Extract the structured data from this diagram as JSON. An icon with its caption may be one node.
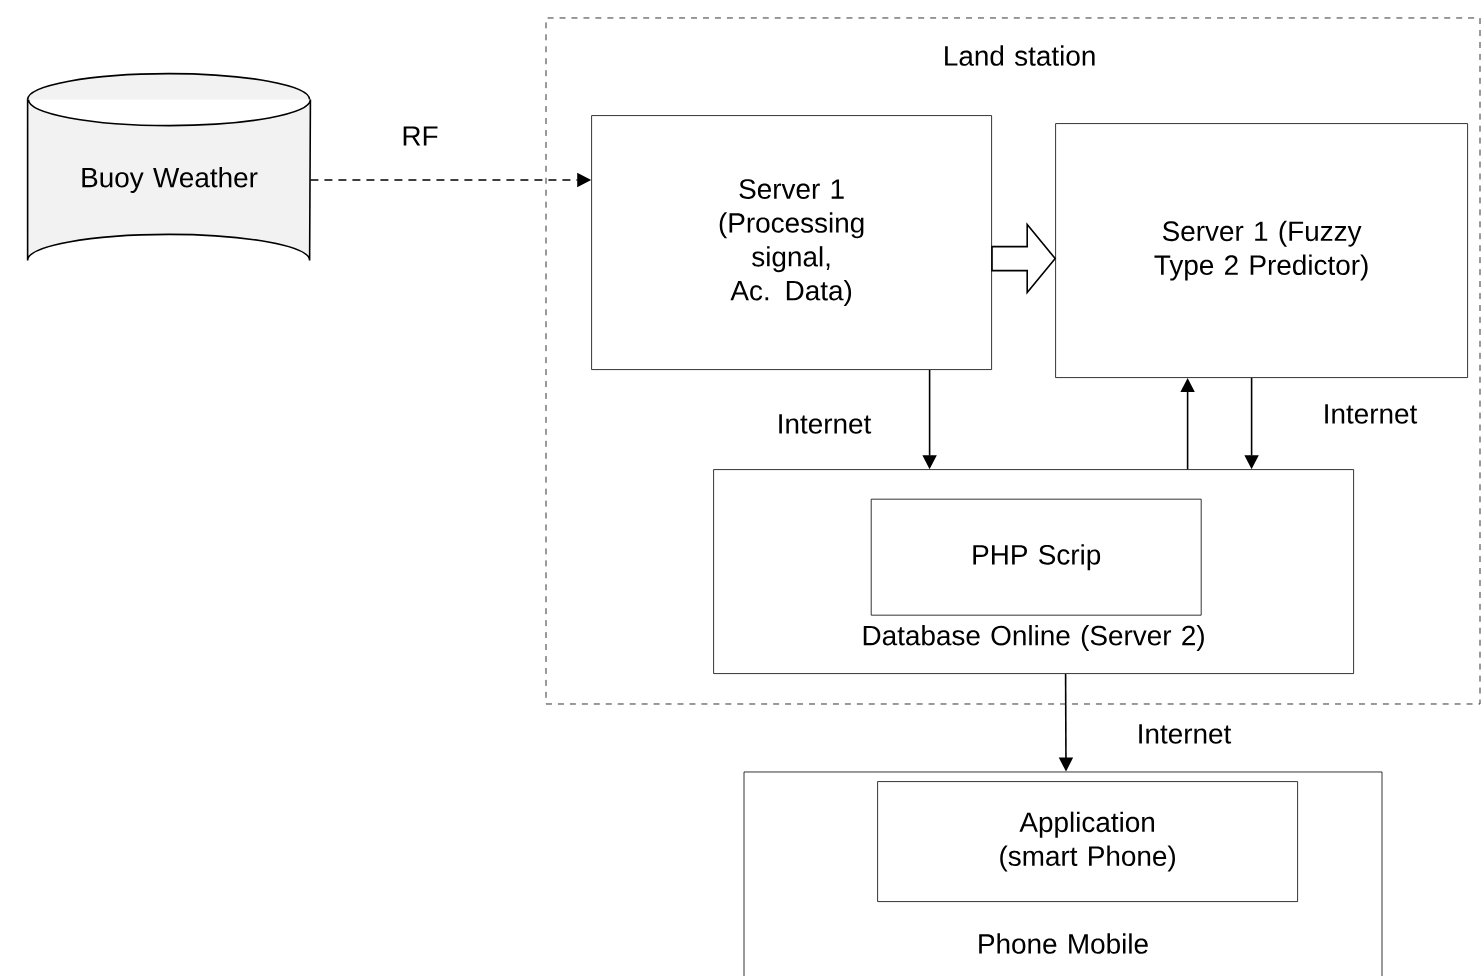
{
  "diagram": {
    "nodes": [
      {
        "text": [
          "Buoy Weather"
        ]
      },
      {
        "text": [
          "Land station"
        ]
      },
      {
        "text": [
          "Server 1 (Processing signal, Ac. Data)"
        ],
        "in": 1
      },
      {
        "text": [
          "Server 1 (Fuzzy Type 2 Predictor)"
        ],
        "in": 1
      },
      {
        "text": [
          "Database Online (Server 2)"
        ],
        "in": 1
      },
      {
        "text": [
          "PHP Scrip"
        ],
        "in": 4
      },
      {
        "text": [
          "Phone Mobile"
        ]
      },
      {
        "text": [
          "Application (smart Phone)"
        ],
        "in": 6
      }
    ],
    "edges": [
      {
        "from": 0,
        "to": 2,
        "arrow": "to",
        "label": "RF",
        "style": "dashed"
      },
      {
        "from": 2,
        "to": 3,
        "arrow": "to",
        "style": "thick"
      },
      {
        "from": 2,
        "to": 4,
        "arrow": "to",
        "label": "Internet"
      },
      {
        "from": 4,
        "to": 3,
        "arrow": "to"
      },
      {
        "from": 3,
        "to": 4,
        "arrow": "to",
        "label": "Internet"
      },
      {
        "from": 4,
        "to": 6,
        "arrow": "to",
        "label": "Internet"
      }
    ]
  }
}
